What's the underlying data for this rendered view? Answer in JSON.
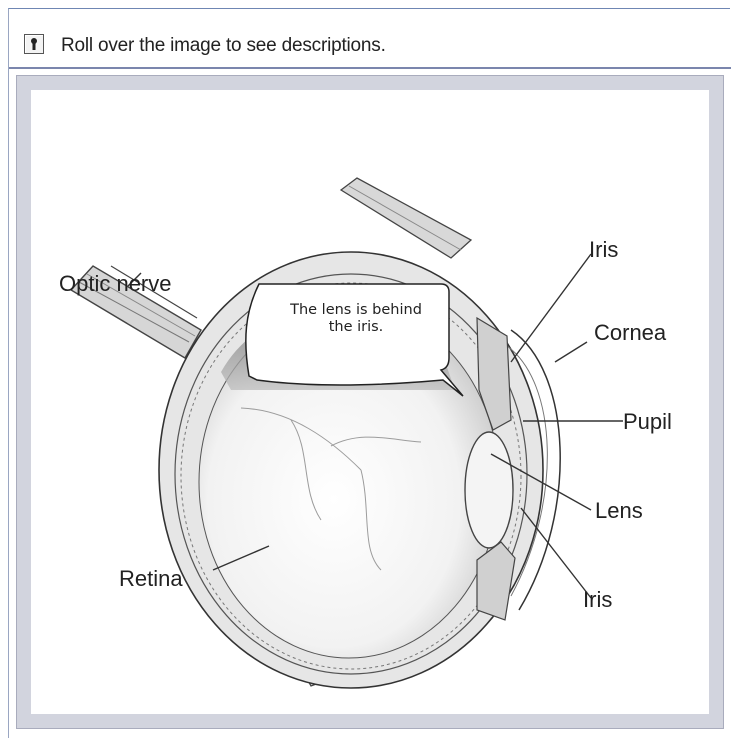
{
  "instruction": {
    "icon": "info-icon",
    "text": "Roll over the image to see descriptions."
  },
  "diagram": {
    "labels": {
      "optic_nerve": "Optic nerve",
      "iris_top": "Iris",
      "cornea": "Cornea",
      "pupil": "Pupil",
      "lens": "Lens",
      "iris_bottom": "Iris",
      "retina": "Retina"
    },
    "callout": {
      "line1": "The lens is behind",
      "line2": "the iris."
    }
  }
}
